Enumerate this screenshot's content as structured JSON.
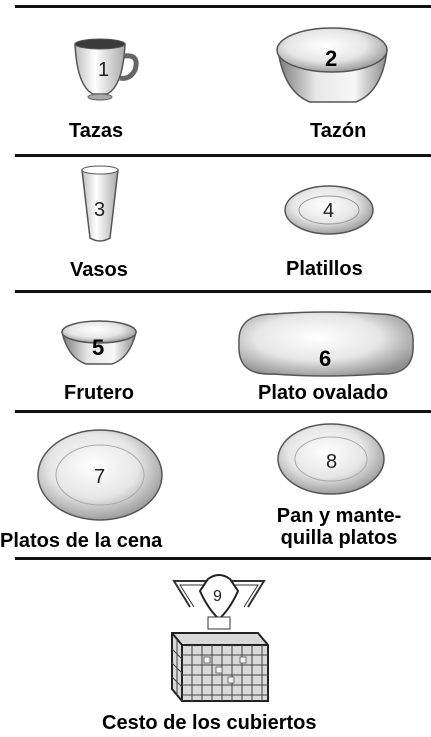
{
  "items": [
    {
      "number": "1",
      "label": "Tazas"
    },
    {
      "number": "2",
      "label": "Tazón"
    },
    {
      "number": "3",
      "label": "Vasos"
    },
    {
      "number": "4",
      "label": "Platillos"
    },
    {
      "number": "5",
      "label": "Frutero"
    },
    {
      "number": "6",
      "label": "Plato ovalado"
    },
    {
      "number": "7",
      "label": "Platos de la cena"
    },
    {
      "number": "8",
      "label_line1": "Pan y mante-",
      "label_line2": "quilla platos"
    },
    {
      "number": "9",
      "label": "Cesto de los cubiertos"
    }
  ]
}
